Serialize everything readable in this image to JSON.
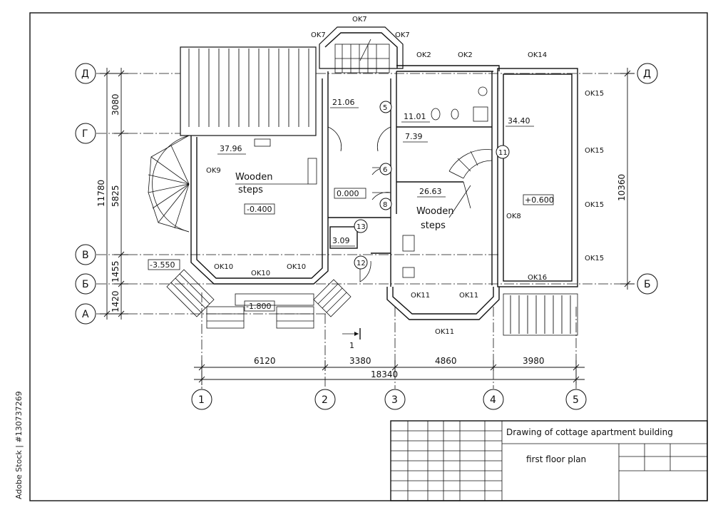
{
  "watermark": "Adobe Stock | #130737269",
  "axes": {
    "vertical": [
      "1",
      "2",
      "3",
      "4",
      "5"
    ],
    "horizontal_left": [
      "Д",
      "Г",
      "В",
      "Б",
      "А"
    ],
    "horizontal_right": [
      "Д",
      "Б"
    ]
  },
  "dimensions": {
    "bottom": [
      "6120",
      "3380",
      "4860",
      "3980"
    ],
    "bottom_total": "18340",
    "left": [
      "3080",
      "5825",
      "1455",
      "1420"
    ],
    "left_total": "11780",
    "right": "10360"
  },
  "room_areas": [
    "37.96",
    "21.06",
    "11.01",
    "7.39",
    "26.63",
    "34.40",
    "3.09"
  ],
  "elevations": [
    "-0.400",
    "0.000",
    "+0.600",
    "-3.550",
    "-1.800"
  ],
  "door_numbers": [
    "5",
    "6",
    "8",
    "11",
    "12",
    "13"
  ],
  "windows": [
    "OK7",
    "OK7",
    "OK7",
    "OK2",
    "OK2",
    "OK14",
    "OK9",
    "OK15",
    "OK15",
    "OK15",
    "OK15",
    "OK8",
    "OK10",
    "OK10",
    "OK10",
    "OK11",
    "OK11",
    "OK11",
    "OK16"
  ],
  "notes": {
    "left_line1": "Wooden",
    "left_line2": "steps",
    "right_line1": "Wooden",
    "right_line2": "steps"
  },
  "section_mark": "1",
  "title_block": {
    "title": "Drawing of cottage apartment building",
    "subtitle": "first floor plan"
  }
}
